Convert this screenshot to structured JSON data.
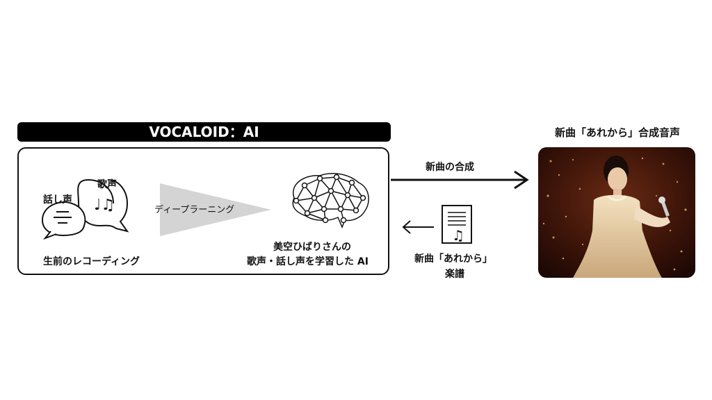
{
  "title": "VOCALOID：AI",
  "left_box": {
    "speech_label": "話し声",
    "singing_label": "歌声",
    "recording_label": "生前のレコーディング",
    "deep_learning_label": "ディープラーニング",
    "ai_label_line1": "美空ひばりさんの",
    "ai_label_line2": "歌声・話し声を学習した AI"
  },
  "arrows": {
    "synthesis_label": "新曲の合成",
    "score_label_line1": "新曲「あれから」",
    "score_label_line2": "楽譜"
  },
  "output": {
    "title": "新曲「あれから」合成音声"
  },
  "icons": [
    "speech-bubble-icon",
    "music-note-bubble-icon",
    "neural-brain-icon",
    "sheet-music-icon",
    "arrow-right-icon",
    "arrow-left-icon"
  ]
}
